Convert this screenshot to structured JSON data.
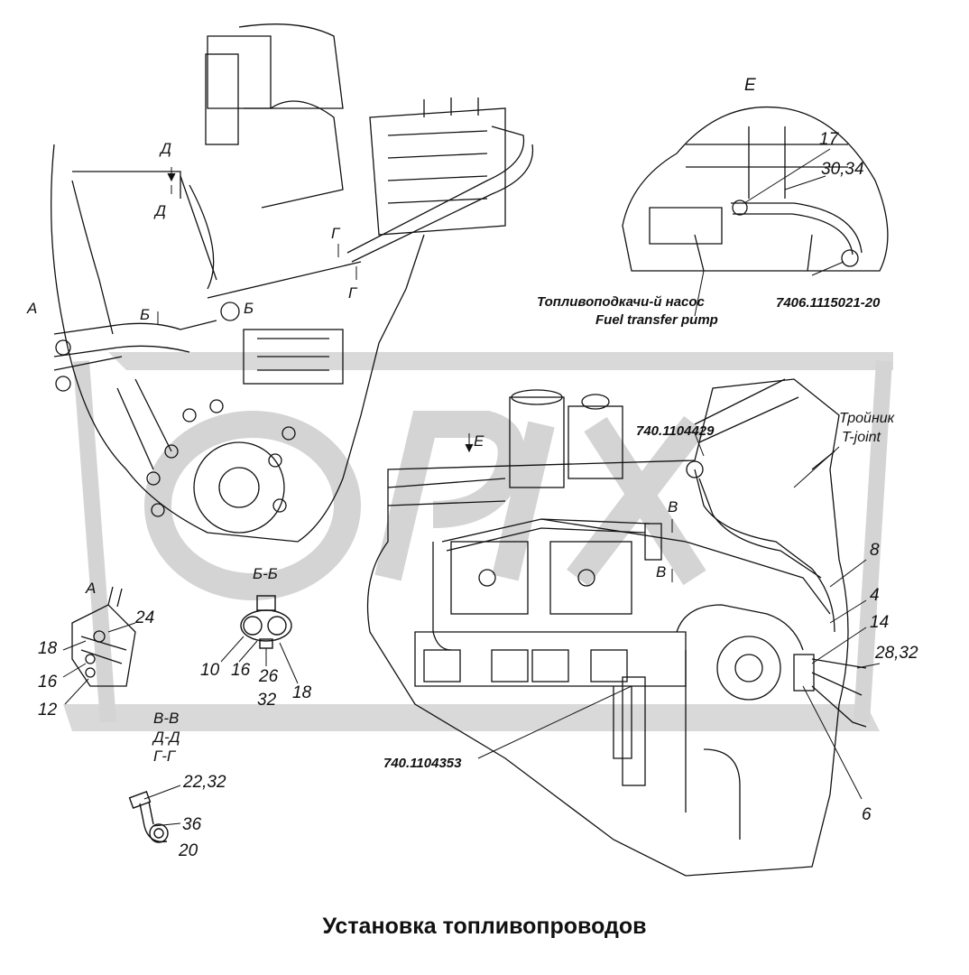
{
  "caption": "Установка топливопроводов",
  "watermark": "ORIX",
  "colors": {
    "ink": "#111111",
    "watermark": "#cfcfcf",
    "background": "#ffffff"
  },
  "labels": {
    "view_a": "А",
    "view_b": "Б",
    "view_d": "Д",
    "view_g": "Г",
    "view_v": "В",
    "view_e": "Е",
    "section_bb": "Б-Б",
    "sections_list": [
      "В-В",
      "Д-Д",
      "Г-Г"
    ],
    "fuel_pump_ru": "Топливоподкачи-й насос",
    "fuel_pump_en": "Fuel transfer pump",
    "tee_ru": "Тройник",
    "tee_en": "T-joint",
    "part_7406": "7406.1115021-20",
    "part_740_1104429": "740.1104429",
    "part_740_1104353": "740.1104353"
  },
  "callouts": {
    "n17": "17",
    "n30_34": "30,34",
    "n8": "8",
    "n4": "4",
    "n14": "14",
    "n28_32": "28,32",
    "n6": "6",
    "n24": "24",
    "n18": "18",
    "n16": "16",
    "n12": "12",
    "n10": "10",
    "n26": "26",
    "n32": "32",
    "n22_32": "22,32",
    "n36": "36",
    "n20": "20"
  }
}
